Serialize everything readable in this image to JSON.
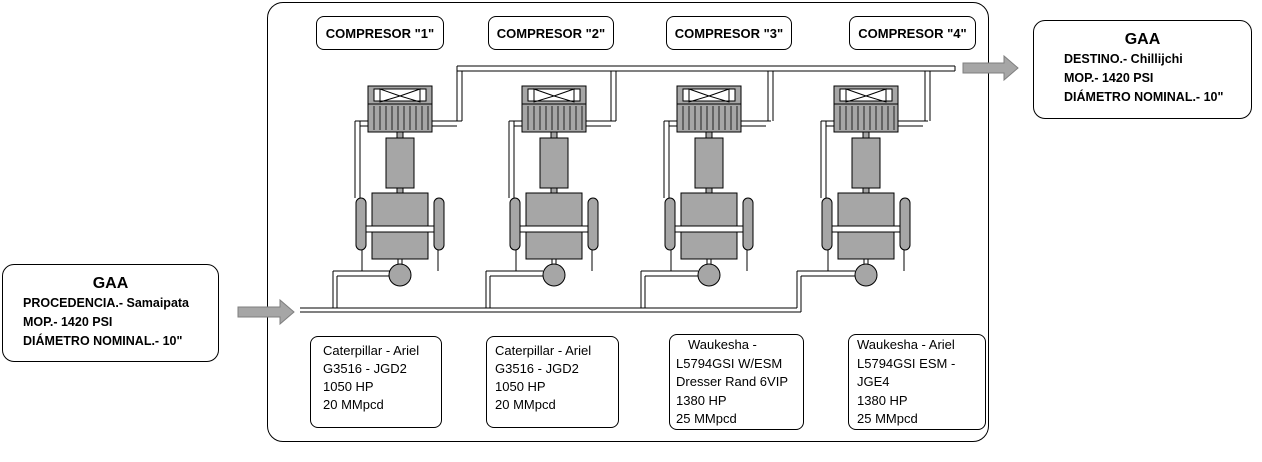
{
  "compressors": [
    {
      "label": "COMPRESOR \"1\"",
      "spec": [
        "Caterpillar - Ariel",
        "G3516 - JGD2",
        "1050 HP",
        "20 MMpcd"
      ]
    },
    {
      "label": "COMPRESOR \"2\"",
      "spec": [
        "Caterpillar - Ariel",
        "G3516 - JGD2",
        "1050 HP",
        "20 MMpcd"
      ]
    },
    {
      "label": "COMPRESOR \"3\"",
      "spec": [
        "Waukesha -",
        "L5794GSI  W/ESM",
        "Dresser Rand 6VIP",
        "1380 HP",
        "25 MMpcd"
      ]
    },
    {
      "label": "COMPRESOR \"4\"",
      "spec": [
        "Waukesha - Ariel",
        "L5794GSI   ESM -",
        "JGE4",
        "1380 HP",
        "25 MMpcd"
      ]
    }
  ],
  "inlet": {
    "title": "GAA",
    "line1": "PROCEDENCIA.- Samaipata",
    "line2": "MOP.- 1420 PSI",
    "line3": "DIÁMETRO NOMINAL.- 10\""
  },
  "outlet": {
    "title": "GAA",
    "line1": "DESTINO.- Chillijchi",
    "line2": "MOP.- 1420 PSI",
    "line3": "DIÁMETRO NOMINAL.- 10\""
  }
}
